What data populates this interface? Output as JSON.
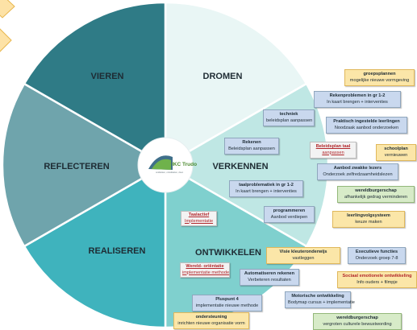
{
  "segments": {
    "dromen": "DROMEN",
    "verkennen": "VERKENNEN",
    "ontwikkelen": "ONTWIKKELEN",
    "realiseren": "REALISEREN",
    "reflecteren": "REFLECTEREN",
    "vieren": "VIEREN"
  },
  "logo": {
    "name": "IKC Trudo",
    "tagline": "ontdekken, ontwikkelen, doen"
  },
  "cards": {
    "groepsplannen": {
      "title": "groepsplannen",
      "sub": "mogelijke nieuwe vormgeving"
    },
    "rekenproblemen": {
      "title": "Rekenproblemen in gr 1-2",
      "sub": "In kaart brengen + interventies"
    },
    "techniek": {
      "title": "techniek",
      "sub": "beleidsplan aanpassen"
    },
    "praktisch": {
      "title": "Praktisch ingestelde leerlingen",
      "sub": "Noodzaak aanbod onderzoeken"
    },
    "rekenen": {
      "title": "Rekenen",
      "sub": "Beleidsplan aanpassen"
    },
    "beleidsplan_taal": {
      "title": "Beleidsplan taal",
      "sub": "aanpassen"
    },
    "schoolplan": {
      "title": "schoolplan",
      "sub": "vernieuwen"
    },
    "aanbod_zwakke": {
      "title": "Aanbod zwakke lezers",
      "sub": "Onderzoek zelfredzaamheidslezen"
    },
    "wereldburgerschap1": {
      "title": "wereldburgerschap",
      "sub": "afhankelijk gedrag verminderen"
    },
    "taalproblematiek": {
      "title": "taalproblematiek in gr 1-2",
      "sub": "In kaart brengen + interventies"
    },
    "programmeren": {
      "title": "programmeren",
      "sub": "Aanbod verdiepen"
    },
    "leerlingvolgsysteem": {
      "title": "leerlingvolgsysteem",
      "sub": "keuze maken"
    },
    "taalactief": {
      "title": "Taalactief",
      "sub": "Implementatie"
    },
    "visie_kleuter": {
      "title": "Visie kleuteronderwijs",
      "sub": "vastleggen"
    },
    "executieve": {
      "title": "Executieve functies",
      "sub": "Onderzoek groep 7-8"
    },
    "wereld_orientatie": {
      "title": "Wereld- oriëntatie",
      "sub": "implementatie methode"
    },
    "automatiseren": {
      "title": "Automatiseren rekenen",
      "sub": "Verbeteren resultaten"
    },
    "sociaal": {
      "title": "Sociaal emotionele ontwikkeling",
      "sub": "Info ouders + filmpje"
    },
    "pluspunt": {
      "title": "Pluspunt 4",
      "sub": "implementatie nieuwe methode"
    },
    "motorische": {
      "title": "Motorische ontwikkeling",
      "sub": "Bodymap cursus + implementatie"
    },
    "ondersteuning": {
      "title": "ondersteuning",
      "sub": "inrichten nieuwe organisatie vorm"
    },
    "wereldburgerschap2": {
      "title": "wereldburgerschap",
      "sub": "vergroten culturele bewustwording"
    }
  },
  "colors": {
    "dromen": "#e9f6f5",
    "verkennen": "#bfe7e4",
    "ontwikkelen": "#7fd0ce",
    "realiseren": "#3fb3bd",
    "reflecteren": "#6fa4ac",
    "vieren": "#2f7b86",
    "diamond": "#fde2a6"
  }
}
